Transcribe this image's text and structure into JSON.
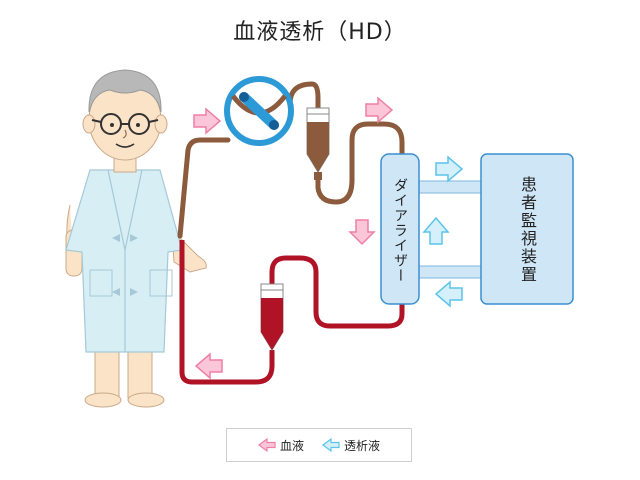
{
  "title": "血液透析（HD）",
  "dialyzer": {
    "label": "ダイアライザー"
  },
  "monitor": {
    "label": "患者監視装置"
  },
  "legend": {
    "blood": {
      "label": "血液",
      "color": "#f5a3c0"
    },
    "dialysate": {
      "label": "透析液",
      "color": "#5bc4ea"
    }
  },
  "colors": {
    "venous_line": "#8c5a3c",
    "arterial_line": "#b01226",
    "pump": "#2c9ad6",
    "dialyzer_fill": "#cfe6f6",
    "dialyzer_border": "#3a8fd0"
  }
}
